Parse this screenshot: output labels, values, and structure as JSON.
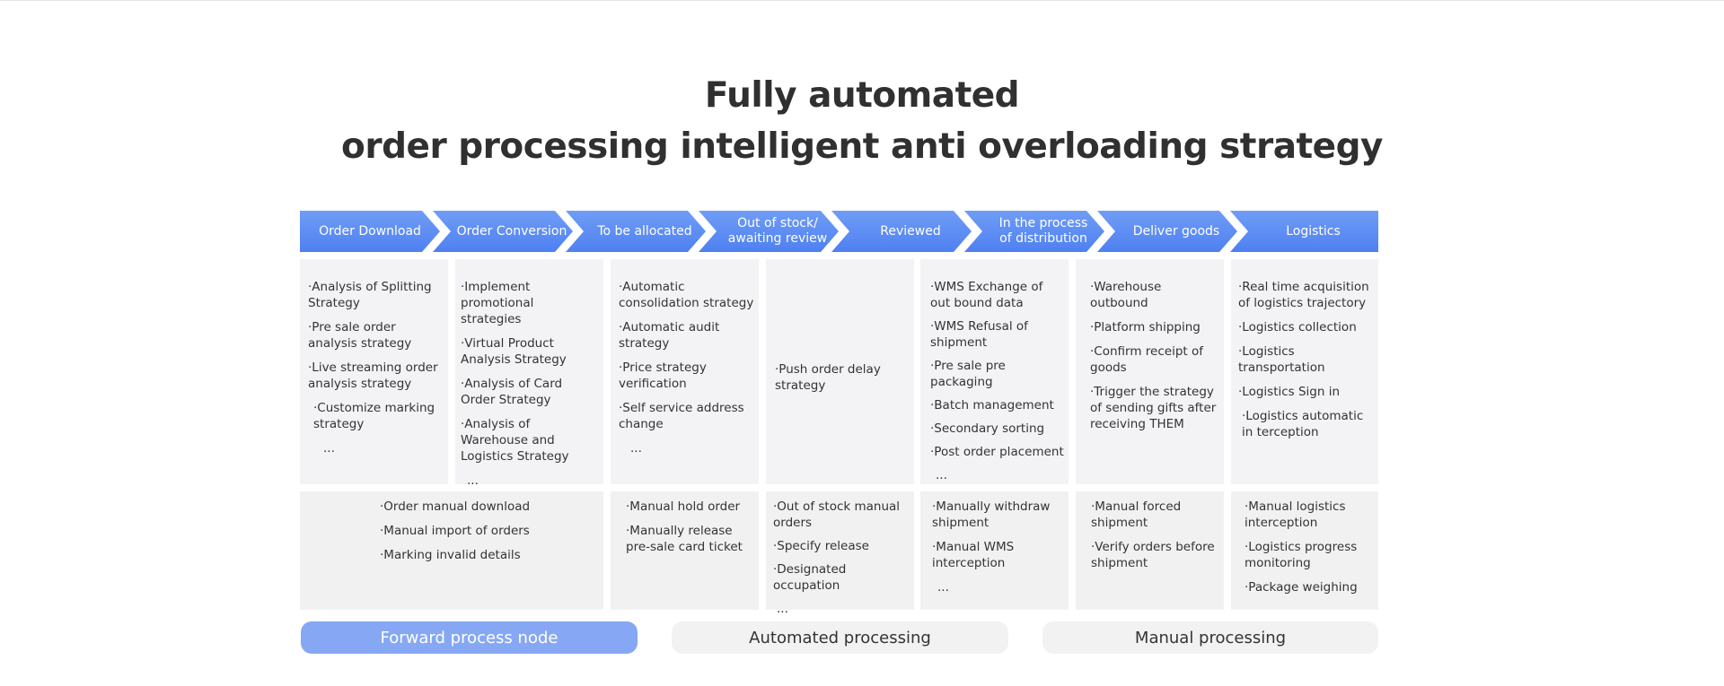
{
  "title": {
    "line1": "Fully automated",
    "line2": "order processing intelligent anti overloading strategy"
  },
  "colors": {
    "stage_top": "#6f9df6",
    "stage_bottom": "#4f80f1",
    "box_bg": "#f3f3f5",
    "legend_forward": "#86a8f4",
    "legend_neutral": "#f2f2f3"
  },
  "stages": [
    "Order Download",
    "Order Conversion",
    "To be allocated",
    "Out of stock/\nawaiting review",
    "Reviewed",
    "In the process\nof distribution",
    "Deliver goods",
    "Logistics"
  ],
  "automated": [
    [
      "·Analysis of Splitting Strategy",
      "·Pre sale order analysis strategy",
      "·Live streaming order analysis strategy",
      "·Customize marking strategy",
      "..."
    ],
    [
      "·Implement promotional strategies",
      "·Virtual Product Analysis Strategy",
      "·Analysis of Card Order Strategy",
      "·Analysis of Warehouse and Logistics Strategy",
      "..."
    ],
    [
      "·Automatic consolidation strategy",
      "·Automatic audit strategy",
      "·Price strategy verification",
      "·Self service address change",
      "..."
    ],
    [
      "·Push order delay strategy"
    ],
    [
      "·WMS Exchange of out bound data",
      "·WMS Refusal of shipment",
      "·Pre sale pre packaging",
      "·Batch management",
      "·Secondary sorting",
      "·Post order placement",
      "..."
    ],
    [
      "·Warehouse outbound",
      "·Platform shipping",
      "·Confirm receipt of goods",
      "·Trigger the strategy of sending gifts after receiving THEM"
    ],
    [
      "·Real time acquisition of logistics trajectory",
      "·Logistics collection",
      "·Logistics transportation",
      "·Logistics Sign in",
      "·Logistics automatic in terception"
    ]
  ],
  "manual": [
    [
      "·Order manual download",
      "·Manual import of orders",
      "·Marking invalid details"
    ],
    [
      "·Manual hold order",
      "·Manually release pre-sale card ticket"
    ],
    [
      "·Out of stock manual orders",
      "·Specify release",
      "·Designated occupation",
      "..."
    ],
    [
      "·Manually withdraw shipment",
      "·Manual WMS interception",
      "..."
    ],
    [
      "·Manual forced shipment",
      "·Verify orders before shipment"
    ],
    [
      "·Manual logistics interception",
      "·Logistics progress monitoring",
      "·Package weighing"
    ]
  ],
  "legend": {
    "forward": "Forward process node",
    "automated": "Automated processing",
    "manual": "Manual processing"
  }
}
